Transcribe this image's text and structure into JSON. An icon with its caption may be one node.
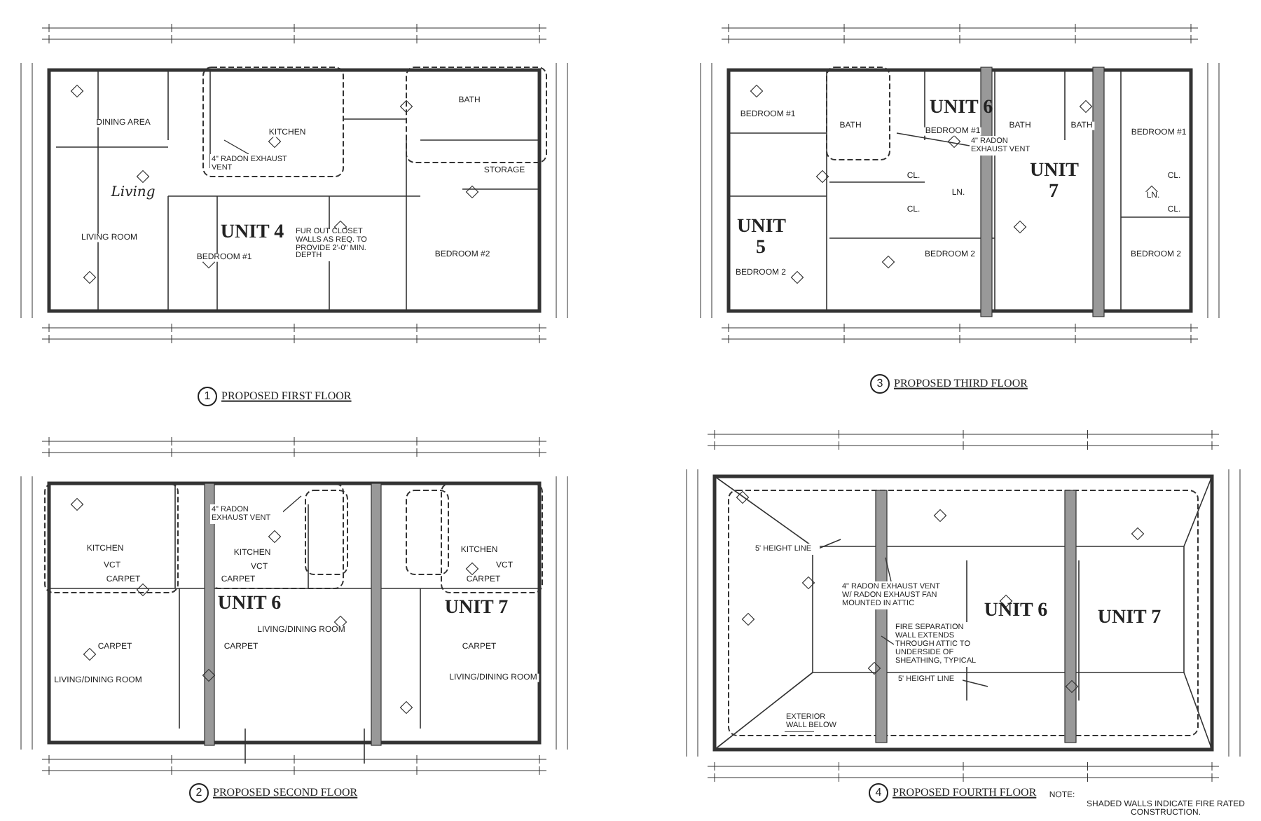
{
  "diagram": {
    "nodes": [
      {
        "text": [
          "4\" RADON EXHAUST VENT"
        ]
      },
      {
        "text": [
          "4\" RADON EXHAUST VENT"
        ]
      },
      {
        "text": [
          "4\" RADON EXHAUST VENT"
        ]
      },
      {
        "text": [
          "5' HEIGHT LINE"
        ]
      },
      {
        "text": [
          "4\" RADON EXHAUST VENT W/ RADON EXHAUST FAN MOUNTED IN ATTIC"
        ]
      },
      {
        "text": [
          "FIRE SEPARATION WALL EXTENDS THROUGH ATTIC TO UNDERSIDE OF SHEATHING, TYPICAL"
        ]
      },
      {
        "text": [
          "5' HEIGHT LINE"
        ]
      },
      {
        "text": [
          "EXTERIOR WALL BELOW"
        ]
      }
    ],
    "edges": [
      {
        "from": 0,
        "to": null,
        "arrow": "none"
      },
      {
        "from": 1,
        "to": null,
        "arrow": "none"
      },
      {
        "from": 2,
        "to": null,
        "arrow": "none"
      },
      {
        "from": 3,
        "to": null,
        "arrow": "none"
      },
      {
        "from": 4,
        "to": null,
        "arrow": "none"
      },
      {
        "from": 5,
        "to": null,
        "arrow": "none"
      },
      {
        "from": 6,
        "to": null,
        "arrow": "none"
      },
      {
        "from": 7,
        "to": null,
        "arrow": "none"
      }
    ],
    "labels": [
      "DINING AREA",
      "KITCHEN",
      "BATH",
      "Living",
      "STORAGE",
      "LIVING ROOM",
      "UNIT 4",
      "BEDROOM #1",
      "FUR OUT CLOSET WALLS AS REQ. TO PROVIDE 2'-0\" MIN. DEPTH",
      "BEDROOM #2",
      "1",
      "PROPOSED FIRST FLOOR",
      "BEDROOM #1",
      "BATH",
      "UNIT 6",
      "BEDROOM #1",
      "BATH",
      "BATH",
      "BEDROOM #1",
      "UNIT 7",
      "CL.",
      "LN.",
      "CL.",
      "LN.",
      "CL.",
      "CL.",
      "UNIT 5",
      "BEDROOM 2",
      "BEDROOM 2",
      "BEDROOM 2",
      "3",
      "PROPOSED THIRD FLOOR",
      "KITCHEN",
      "VCT",
      "CARPET",
      "KITCHEN",
      "VCT",
      "CARPET",
      "KITCHEN",
      "VCT",
      "CARPET",
      "UNIT 6",
      "UNIT 7",
      "CARPET",
      "LIVING/DINING ROOM",
      "CARPET",
      "CARPET",
      "LIVING/DINING ROOM",
      "LIVING/DINING ROOM",
      "2",
      "PROPOSED SECOND FLOOR",
      "UNIT 6",
      "UNIT 7",
      "4",
      "PROPOSED FOURTH FLOOR",
      "NOTE:",
      "SHADED WALLS INDICATE FIRE RATED CONSTRUCTION."
    ]
  }
}
